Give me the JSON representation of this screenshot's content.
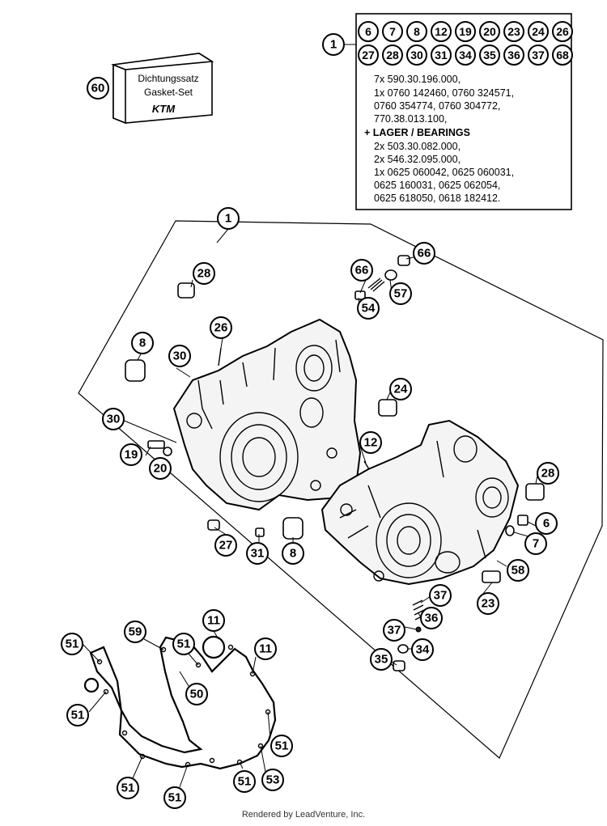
{
  "kit": {
    "line1": "Dichtungssatz",
    "line2": "Gasket-Set",
    "brand": "KTM",
    "callout": "60"
  },
  "legend": {
    "callout": "1",
    "row1": [
      "6",
      "7",
      "8",
      "12",
      "19",
      "20",
      "23",
      "24",
      "26"
    ],
    "row2": [
      "27",
      "28",
      "30",
      "31",
      "34",
      "35",
      "36",
      "37",
      "68"
    ],
    "lines": [
      "7x 590.30.196.000,",
      "1x 0760 142460, 0760 324571,",
      "     0760 354774, 0760 304772,",
      "     770.38.013.100,"
    ],
    "bearings_heading": "+ LAGER / BEARINGS",
    "bearing_lines": [
      "2x 503.30.082.000,",
      "2x 546.32.095.000,",
      "1x 0625 060042, 0625 060031,",
      "     0625 160031, 0625 062054,",
      "     0625 618050, 0618 182412."
    ]
  },
  "callouts": {
    "c1": "1",
    "c28a": "28",
    "c66a": "66",
    "c66b": "66",
    "c57": "57",
    "c54": "54",
    "c26": "26",
    "c8a": "8",
    "c30a": "30",
    "c24": "24",
    "c30b": "30",
    "c12": "12",
    "c19": "19",
    "c20": "20",
    "c28b": "28",
    "c6": "6",
    "c7": "7",
    "c27": "27",
    "c31": "31",
    "c8b": "8",
    "c58": "58",
    "c37a": "37",
    "c23": "23",
    "c36": "36",
    "c37b": "37",
    "c34": "34",
    "c35": "35",
    "c59": "59",
    "c11a": "11",
    "c11b": "11",
    "c51a": "51",
    "c51b": "51",
    "c50": "50",
    "c51c": "51",
    "c51d": "51",
    "c51e": "51",
    "c51f": "51",
    "c51g": "51",
    "c53": "53"
  },
  "footer": "Rendered by LeadVenture, Inc."
}
